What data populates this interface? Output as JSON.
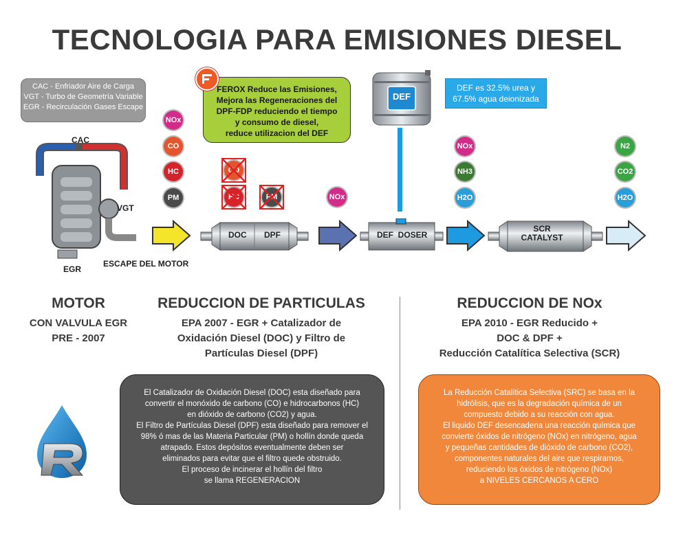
{
  "title": "TECNOLOGIA PARA EMISIONES DIESEL",
  "legend": {
    "line1": "CAC - Enfriador Aire de Carga",
    "line2": "VGT - Turbo de Geometría Variable",
    "line3": "EGR - Recirculación Gases Escape"
  },
  "ferox_note": {
    "line1": "FEROX Reduce las Emisiones,",
    "line2": "Mejora las Regeneraciones del",
    "line3": "DPF-FDP reduciendo el tiempo",
    "line4": "y consumo de diesel,",
    "line5": "reduce utilizacion del DEF"
  },
  "def_tank_label": "DEF",
  "def_note": {
    "line1": "DEF  es  32.5% urea y",
    "line2": "67.5% agua deionizada"
  },
  "engine": {
    "cac": "CAC",
    "vgt": "VGT",
    "egr": "EGR",
    "escape": "ESCAPE DEL MOTOR"
  },
  "units": {
    "doc": "DOC",
    "dpf": "DPF",
    "def_doser": "DEF  DOSER",
    "scr_line1": "SCR",
    "scr_line2": "CATALYST"
  },
  "emissions": {
    "engine_out": [
      "NOx",
      "CO",
      "HC",
      "PM"
    ],
    "removed": [
      "CO",
      "HC",
      "PM"
    ],
    "after_dpf": [
      "NOx"
    ],
    "after_doser": [
      "NOx",
      "NH3",
      "H2O"
    ],
    "final": [
      "N2",
      "CO2",
      "H2O"
    ]
  },
  "sections": {
    "motor": {
      "head": "MOTOR",
      "line1": "CON VALVULA EGR",
      "line2": "PRE - 2007"
    },
    "particulas": {
      "head": "REDUCCION DE PARTICULAS",
      "line1": "EPA 2007 -  EGR + Catalizador de",
      "line2": "Oxidación Diesel (DOC) y Filtro de",
      "line3": "Partículas Diesel (DPF)"
    },
    "nox": {
      "head": "REDUCCION DE NOx",
      "line1": "EPA 2010  -  EGR Reducido +",
      "line2": "DOC & DPF +",
      "line3": "Reducción Catalítica Selectiva (SCR)"
    }
  },
  "doc_text": [
    "El Catalizador de Oxidación Diesel (DOC) esta diseñado para",
    "convertir el monóxido de carbono  (CO) e  hidrocarbonos (HC)",
    "en dióxido de carbono (CO2) y agua.",
    "El Filtro de Partículas Diesel (DPF) esta diseñado para remover el",
    "98% ó mas de las Materia Particular (PM) o hollín donde queda",
    "atrapado.  Estos depósitos eventualmente deben ser",
    "eliminados para evitar que el filtro quede obstruido.",
    "El proceso de incinerar el hollín del filtro",
    "se llama REGENERACION"
  ],
  "scr_text": [
    "La Reducción Catalítica Selectiva (SRC) se basa en la",
    "hidrólisis, que es la degradación química de un",
    "compuesto debido a su reacción con agua.",
    "El liquido DEF desencadena una reacción química que",
    "convierte óxidos de nitrógeno (NOx) en nitrógeno,  agua",
    "y pequeñas cantidades de dióxido de carbono (CO2),",
    "componentes naturales del aire que respiramos,",
    "reduciendo los óxidos de  nitrógeno (NOx)",
    "a NIVELES CERCANOS A CERO"
  ],
  "colors": {
    "arrow_yellow": "#f5e52a",
    "arrow_blue1": "#5b72b0",
    "arrow_blue2": "#1e9be0",
    "arrow_light": "#d8ecf8",
    "ferox_green": "#a6cf3b",
    "def_blue": "#2aa9e8",
    "scr_orange": "#f0873a",
    "doc_gray": "#555555"
  }
}
